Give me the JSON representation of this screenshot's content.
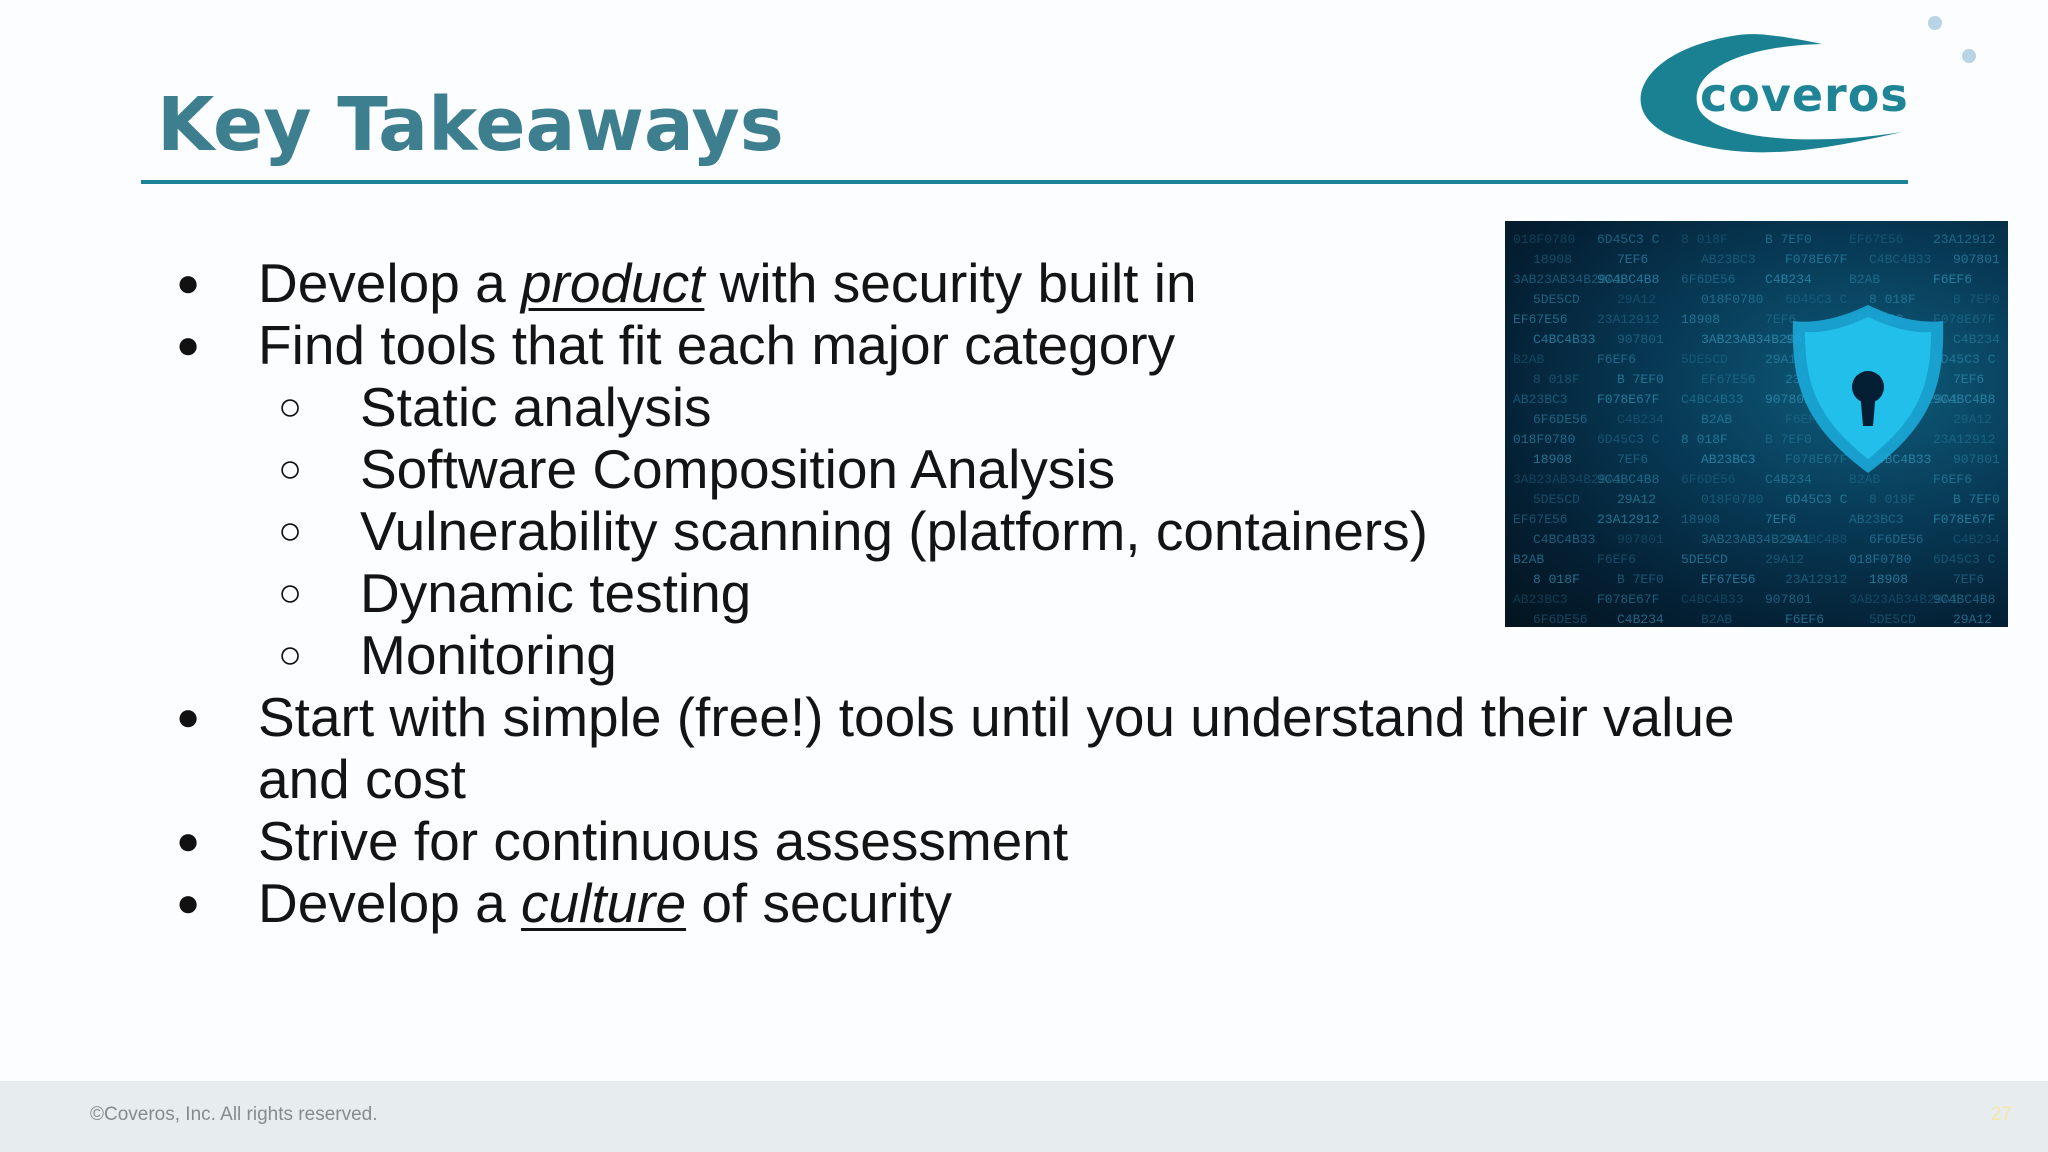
{
  "slide": {
    "title": "Key Takeaways",
    "logo_text": "coveros",
    "bullets": [
      {
        "level": 1,
        "pre": "Develop a ",
        "emph": "product",
        "post": " with security built in"
      },
      {
        "level": 1,
        "pre": "Find tools that fit each major category",
        "emph": "",
        "post": ""
      },
      {
        "level": 2,
        "pre": "Static analysis",
        "emph": "",
        "post": ""
      },
      {
        "level": 2,
        "pre": "Software Composition Analysis",
        "emph": "",
        "post": ""
      },
      {
        "level": 2,
        "pre": "Vulnerability scanning (platform, containers)",
        "emph": "",
        "post": ""
      },
      {
        "level": 2,
        "pre": "Dynamic testing",
        "emph": "",
        "post": ""
      },
      {
        "level": 2,
        "pre": "Monitoring",
        "emph": "",
        "post": ""
      },
      {
        "level": 1,
        "pre": "Start with simple (free!) tools until you understand their value",
        "emph": "",
        "post": ""
      },
      {
        "level": 0,
        "pre": "and cost",
        "emph": "",
        "post": ""
      },
      {
        "level": 1,
        "pre": "Strive for continuous assessment",
        "emph": "",
        "post": ""
      },
      {
        "level": 1,
        "pre": "Develop a ",
        "emph": "culture",
        "post": " of security"
      }
    ],
    "markers": {
      "level1": "●",
      "level2": "○"
    },
    "hero_image": {
      "description_icon": "shield-keyhole-icon",
      "hex_glyphs": [
        "018F0780",
        "6D45C3 C",
        "8 018F",
        "B 7EF0",
        "EF67E56",
        "23A12912",
        "18908",
        "7EF6",
        "AB23BC3",
        "F078E67F",
        "C4BC4B33",
        "907801",
        "3AB23AB34B29A1",
        "9C4BC4B8",
        "6F6DE56",
        "C4B234",
        "B2AB",
        "F6EF6",
        "5DE5CD",
        "29A12"
      ]
    },
    "colors": {
      "title": "#3d7f8e",
      "rule": "#1c8496",
      "logo": "#1f8596",
      "text": "#141414",
      "footer_bg": "#e7ecef"
    },
    "footer": {
      "copyright": "©Coveros, Inc. All rights reserved.",
      "page_number": "27"
    }
  }
}
